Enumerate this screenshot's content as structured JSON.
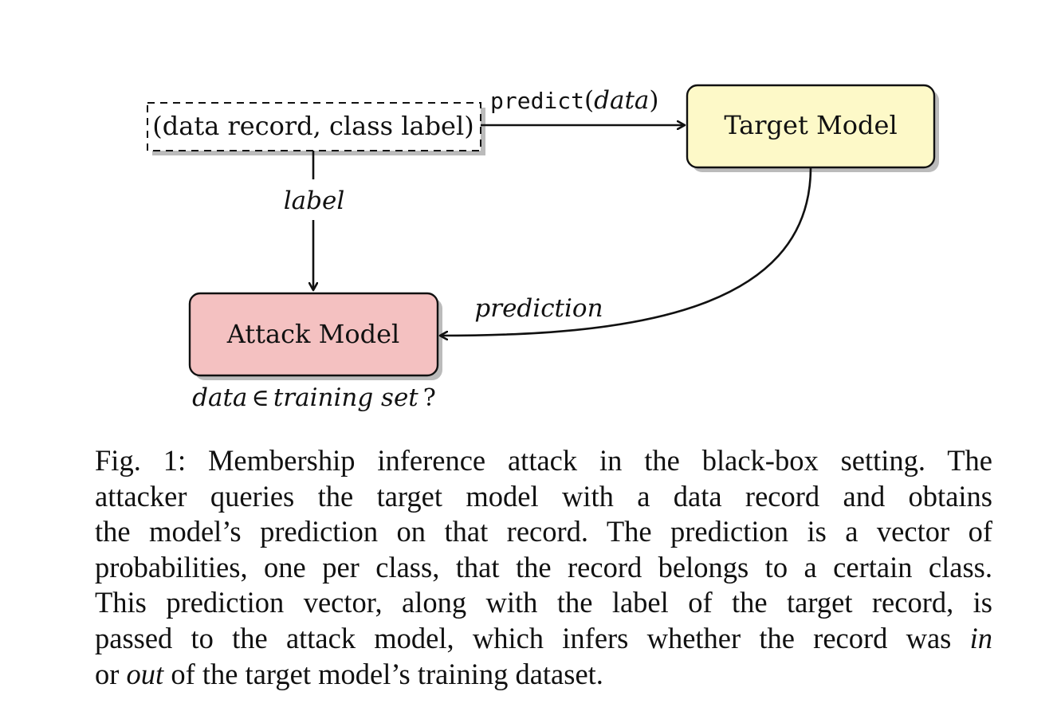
{
  "diagram": {
    "input_node": {
      "label": "(data record, class label)"
    },
    "target_node": {
      "label": "Target Model",
      "fill": "#fdf9c8"
    },
    "attack_node": {
      "label": "Attack Model",
      "fill": "#f4c1c1"
    },
    "edge_predict": {
      "func": "predict",
      "arg": "data",
      "open": "(",
      "close": ")"
    },
    "edge_label": {
      "label": "label"
    },
    "edge_prediction": {
      "label": "prediction"
    },
    "question": {
      "data": "data",
      "symbol": "∈",
      "set": "training set",
      "mark": "?"
    }
  },
  "caption": {
    "line1": "Fig. 1: Membership inference attack in the black-box setting. The",
    "line2": "attacker queries the target model with a data record and obtains",
    "line3": "the model’s prediction on that record. The prediction is a vector of",
    "line4": "probabilities, one per class, that the record belongs to a certain class.",
    "line5": "This prediction vector, along with the label of the target record, is",
    "line6_main": "passed to the attack model, which infers whether the record was",
    "line6_em": "in",
    "line7_start": "or",
    "line7_em": "out",
    "line7_end": "of the target model’s training dataset."
  }
}
